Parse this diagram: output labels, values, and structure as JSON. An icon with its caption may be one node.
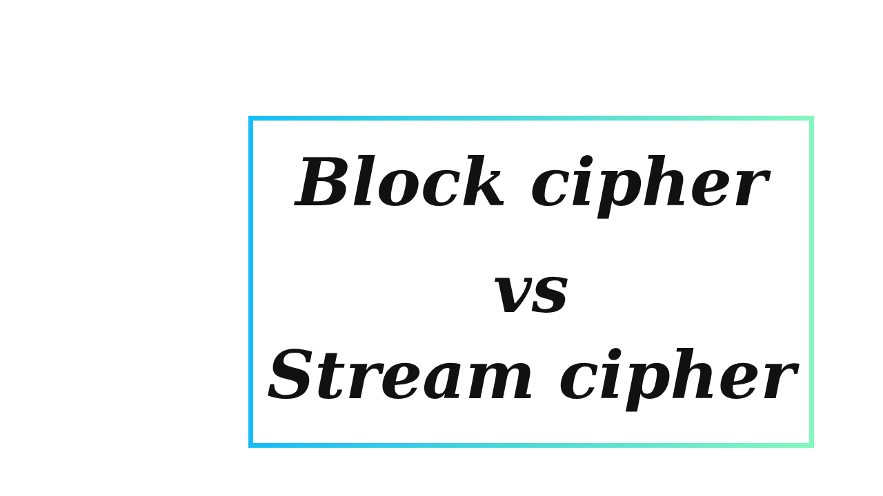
{
  "diagram": {
    "nodes": [
      {
        "text": [
          "Block cipher",
          "vs",
          "Stream cipher"
        ]
      }
    ]
  }
}
